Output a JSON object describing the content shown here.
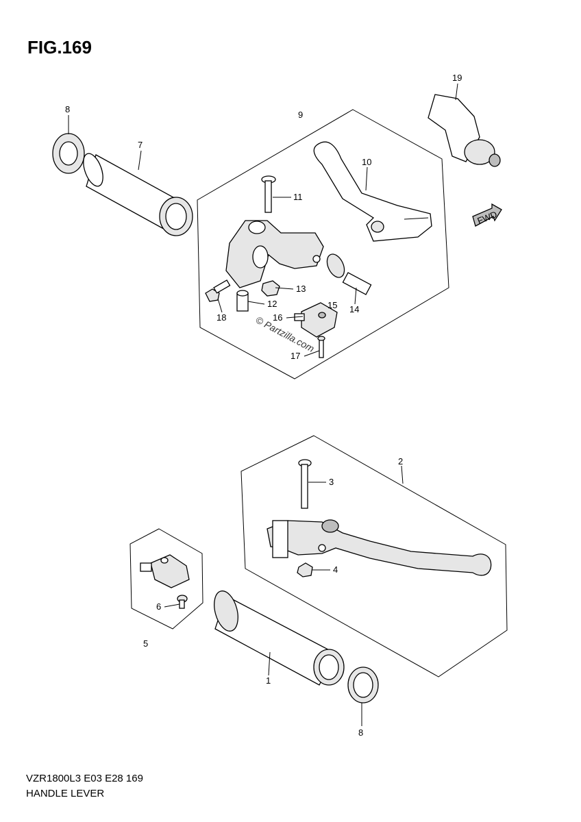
{
  "figure": {
    "title": "FIG.169"
  },
  "footer": {
    "model_code": "VZR1800L3  E03  E28  169",
    "description": "HANDLE LEVER"
  },
  "watermark": "© Partzilla.com",
  "callouts": {
    "p1": "1",
    "p2": "2",
    "p3": "3",
    "p4": "4",
    "p5": "5",
    "p6": "6",
    "p7": "7",
    "p8a": "8",
    "p8b": "8",
    "p9": "9",
    "p10": "10",
    "p11": "11",
    "p12": "12",
    "p13": "13",
    "p14": "14",
    "p15": "15",
    "p16": "16",
    "p17": "17",
    "p18": "18",
    "p19": "19"
  },
  "fwd_mark": "FWD"
}
